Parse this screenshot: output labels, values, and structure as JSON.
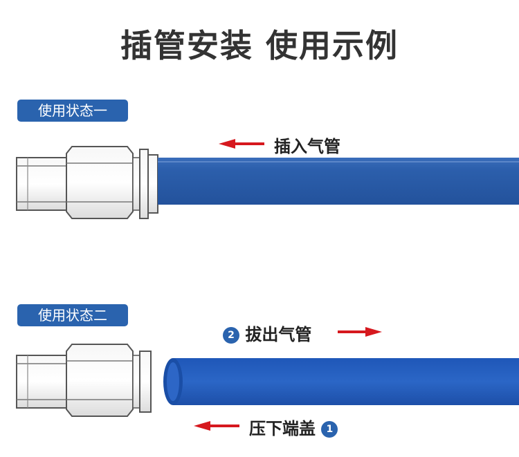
{
  "title": "插管安装 使用示例",
  "state1": {
    "badge": "使用状态一",
    "action_label": "插入气管"
  },
  "state2": {
    "badge": "使用状态二",
    "action_pull_number": "2",
    "action_pull_label": "拔出气管",
    "action_press_label": "压下端盖",
    "action_press_number": "1"
  },
  "colors": {
    "tube": "#2a5da8",
    "arrow": "#d6181e",
    "badge": "#2a63ae",
    "fitting": "#e6e6e6"
  },
  "icons": {
    "arrow_left": "arrow-left-icon",
    "arrow_right": "arrow-right-icon",
    "fitting": "push-in-fitting"
  }
}
